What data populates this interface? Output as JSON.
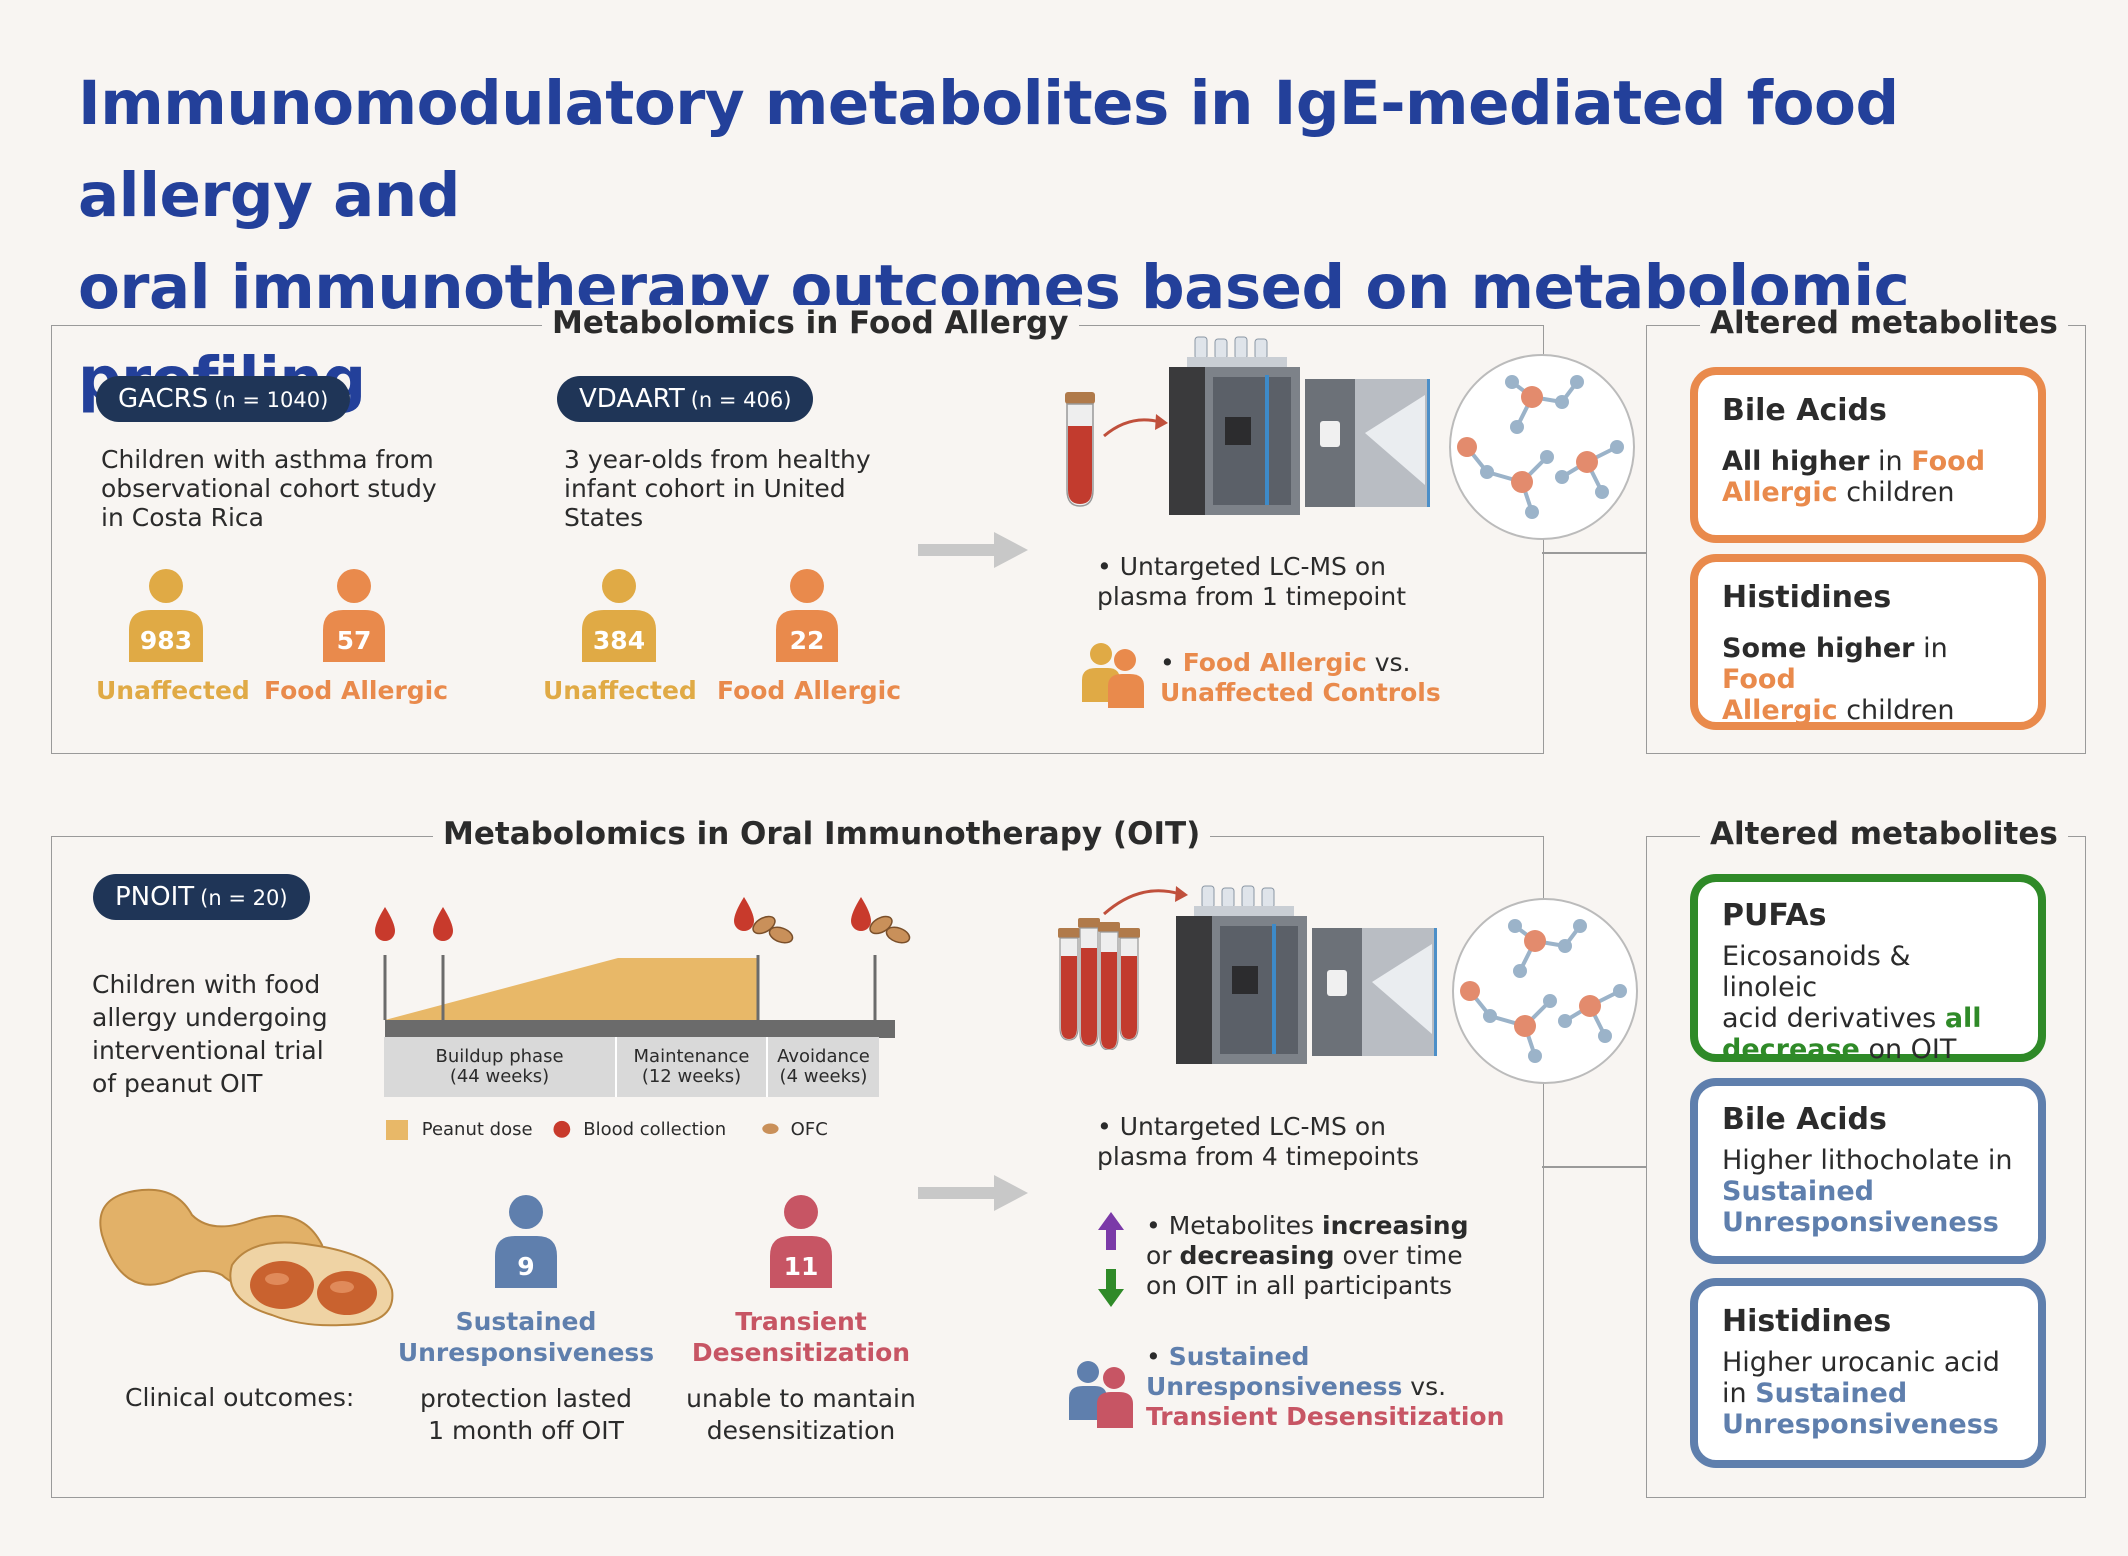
{
  "title": {
    "line1": "Immunomodulatory metabolites in IgE-mediated food allergy and",
    "line2": "oral immunotherapy outcomes based on metabolomic profiling"
  },
  "colors": {
    "navy": "#23409a",
    "orange": "#e98a4c",
    "yellow": "#e0aa45",
    "blue": "#5f7fad",
    "red": "#c75564",
    "green": "#2f8a28",
    "purple": "#7b3aa8"
  },
  "fa_panel": {
    "title": "Metabolomics in Food Allergy",
    "gacrs": {
      "name": "GACRS",
      "n": "(n = 1040)",
      "desc": [
        "Children with asthma from",
        "observational cohort study",
        "in Costa Rica"
      ],
      "unaffected": "983",
      "allergic": "57"
    },
    "vdaart": {
      "name": "VDAART",
      "n": "(n = 406)",
      "desc": [
        "3 year-olds from healthy",
        "infant cohort in United",
        "States"
      ],
      "unaffected": "384",
      "allergic": "22"
    },
    "label_unaffected": "Unaffected",
    "label_allergic": "Food Allergic",
    "bullet1": [
      "Untargeted LC-MS on",
      "plasma from 1 timepoint"
    ],
    "bullet2_a": "Food Allergic",
    "bullet2_b": " vs.",
    "bullet2_c": "Unaffected Controls"
  },
  "fa_metabolites": {
    "title": "Altered metabolites",
    "box1": {
      "head": "Bile Acids",
      "pre": "All higher",
      "mid": " in ",
      "hl1": "Food",
      "hl2": "Allergic",
      "post": " children"
    },
    "box2": {
      "head": "Histidines",
      "pre": "Some higher",
      "mid": " in ",
      "hl1": "Food",
      "hl2": "Allergic",
      "post": " children"
    }
  },
  "oit_panel": {
    "title": "Metabolomics in Oral Immunotherapy (OIT)",
    "pnoit": {
      "name": "PNOIT",
      "n": "(n = 20)",
      "desc": [
        "Children with food",
        "allergy undergoing",
        "interventional trial",
        "of peanut OIT"
      ]
    },
    "phases": [
      {
        "label": "Buildup phase",
        "weeks": "(44 weeks)"
      },
      {
        "label": "Maintenance",
        "weeks": "(12 weeks)"
      },
      {
        "label": "Avoidance",
        "weeks": "(4 weeks)"
      }
    ],
    "legend": {
      "dose": "Peanut dose",
      "blood": "Blood collection",
      "ofc": "OFC"
    },
    "clinical_label": "Clinical outcomes:",
    "su": {
      "count": "9",
      "name1": "Sustained",
      "name2": "Unresponsiveness",
      "desc1": "protection lasted",
      "desc2": "1 month off OIT"
    },
    "td": {
      "count": "11",
      "name1": "Transient",
      "name2": "Desensitization",
      "desc1": "unable to mantain",
      "desc2": "desensitization"
    },
    "bullet1": [
      "Untargeted LC-MS on",
      "plasma from 4 timepoints"
    ],
    "bullet2": {
      "l1a": "Metabolites ",
      "l1b": "increasing",
      "l2a": "or ",
      "l2b": "decreasing",
      "l2c": " over time",
      "l3": "on OIT in all participants"
    },
    "bullet3": {
      "a": "Sustained",
      "b": "Unresponsiveness",
      "c": " vs.",
      "d": "Transient Desensitization"
    }
  },
  "oit_metabolites": {
    "title": "Altered metabolites",
    "box1": {
      "head": "PUFAs",
      "l1": "Eicosanoids & linoleic",
      "l2a": "acid derivatives ",
      "l2b": "all",
      "l3a": "decrease",
      "l3b": " on OIT"
    },
    "box2": {
      "head": "Bile Acids",
      "l1": "Higher lithocholate in",
      "l2": "Sustained",
      "l3": "Unresponsiveness"
    },
    "box3": {
      "head": "Histidines",
      "l1": "Higher urocanic acid",
      "l2a": "in ",
      "l2b": "Sustained",
      "l3": "Unresponsiveness"
    }
  }
}
